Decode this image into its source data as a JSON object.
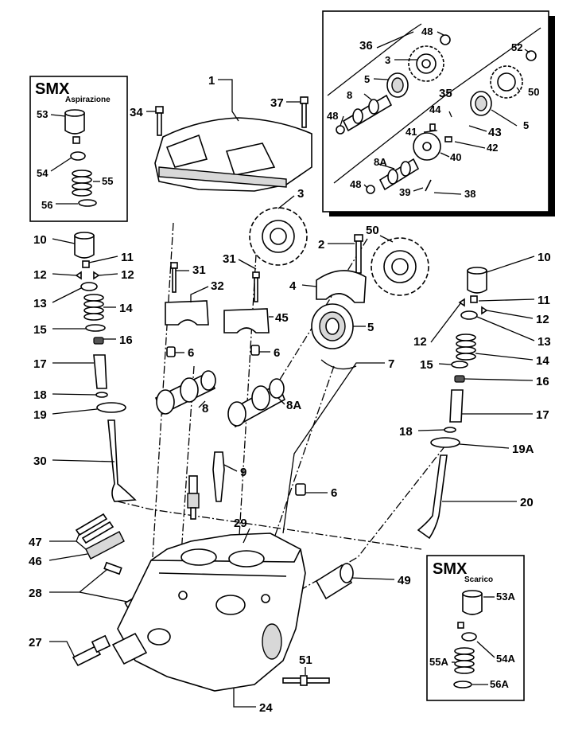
{
  "insets": {
    "intake": {
      "title": "SMX",
      "subtitle": "Aspirazione",
      "labels": [
        "53",
        "54",
        "55",
        "56"
      ]
    },
    "exhaust": {
      "title": "SMX",
      "subtitle": "Scarico",
      "labels": [
        "53A",
        "54A",
        "55A",
        "56A"
      ]
    },
    "top_right": {
      "labels": [
        "36",
        "48",
        "3",
        "5",
        "8",
        "48",
        "35",
        "52",
        "50",
        "5",
        "44",
        "41",
        "43",
        "42",
        "40",
        "8A",
        "48",
        "39",
        "38"
      ]
    }
  },
  "main_labels": {
    "l1": "1",
    "l34": "34",
    "l37": "37",
    "l3": "3",
    "l2": "2",
    "l50": "50",
    "l31a": "31",
    "l31b": "31",
    "l32": "32",
    "l4": "4",
    "l45": "45",
    "l5": "5",
    "l6a": "6",
    "l6b": "6",
    "l7": "7",
    "l8": "8",
    "l8A": "8A",
    "l6c": "6",
    "l9": "9",
    "l29": "29",
    "l49": "49",
    "l47": "47",
    "l46": "46",
    "l28": "28",
    "l27": "27",
    "l51": "51",
    "l24": "24",
    "left": {
      "l10": "10",
      "l11": "11",
      "l12a": "12",
      "l12b": "12",
      "l13": "13",
      "l14": "14",
      "l15": "15",
      "l16": "16",
      "l17": "17",
      "l18": "18",
      "l19": "19",
      "l30": "30"
    },
    "right": {
      "l10": "10",
      "l11": "11",
      "l12a": "12",
      "l12b": "12",
      "l13": "13",
      "l14": "14",
      "l15": "15",
      "l16": "16",
      "l17": "17",
      "l18": "18",
      "l19A": "19A",
      "l20": "20"
    }
  }
}
